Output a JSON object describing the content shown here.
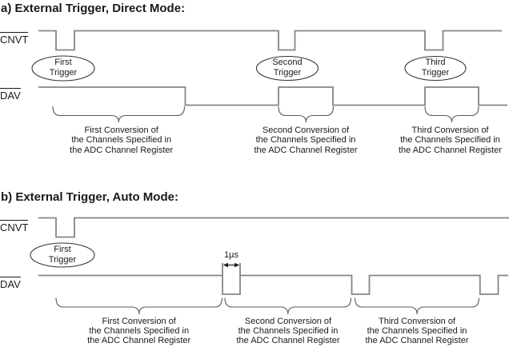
{
  "colors": {
    "background": "#ffffff",
    "waveform_gray": "#858585",
    "text_black": "#1a1a1a"
  },
  "section_a": {
    "heading": "a) External Trigger, Direct Mode:",
    "cnvt_label": "CNVT",
    "dav_label": "DAV",
    "triggers": [
      {
        "line1": "First",
        "line2": "Trigger"
      },
      {
        "line1": "Second",
        "line2": "Trigger"
      },
      {
        "line1": "Third",
        "line2": "Trigger"
      }
    ],
    "conversions": [
      {
        "line1": "First Conversion of",
        "line2": "the Channels Specified in",
        "line3": "the ADC Channel Register"
      },
      {
        "line1": "Second Conversion of",
        "line2": "the Channels Specified in",
        "line3": "the ADC Channel Register"
      },
      {
        "line1": "Third Conversion of",
        "line2": "the Channels Specified in",
        "line3": "the ADC Channel Register"
      }
    ]
  },
  "section_b": {
    "heading": "b) External Trigger, Auto Mode:",
    "cnvt_label": "CNVT",
    "dav_label": "DAV",
    "trigger": {
      "line1": "First",
      "line2": "Trigger"
    },
    "pulse_width_label": "1µs",
    "conversions": [
      {
        "line1": "First Conversion of",
        "line2": "the Channels Specified in",
        "line3": "the ADC Channel Register"
      },
      {
        "line1": "Second Conversion of",
        "line2": "the Channels Specified in",
        "line3": "the ADC Channel Register"
      },
      {
        "line1": "Third Conversion of",
        "line2": "the Channels Specified in",
        "line3": "the ADC Channel Register"
      }
    ]
  }
}
